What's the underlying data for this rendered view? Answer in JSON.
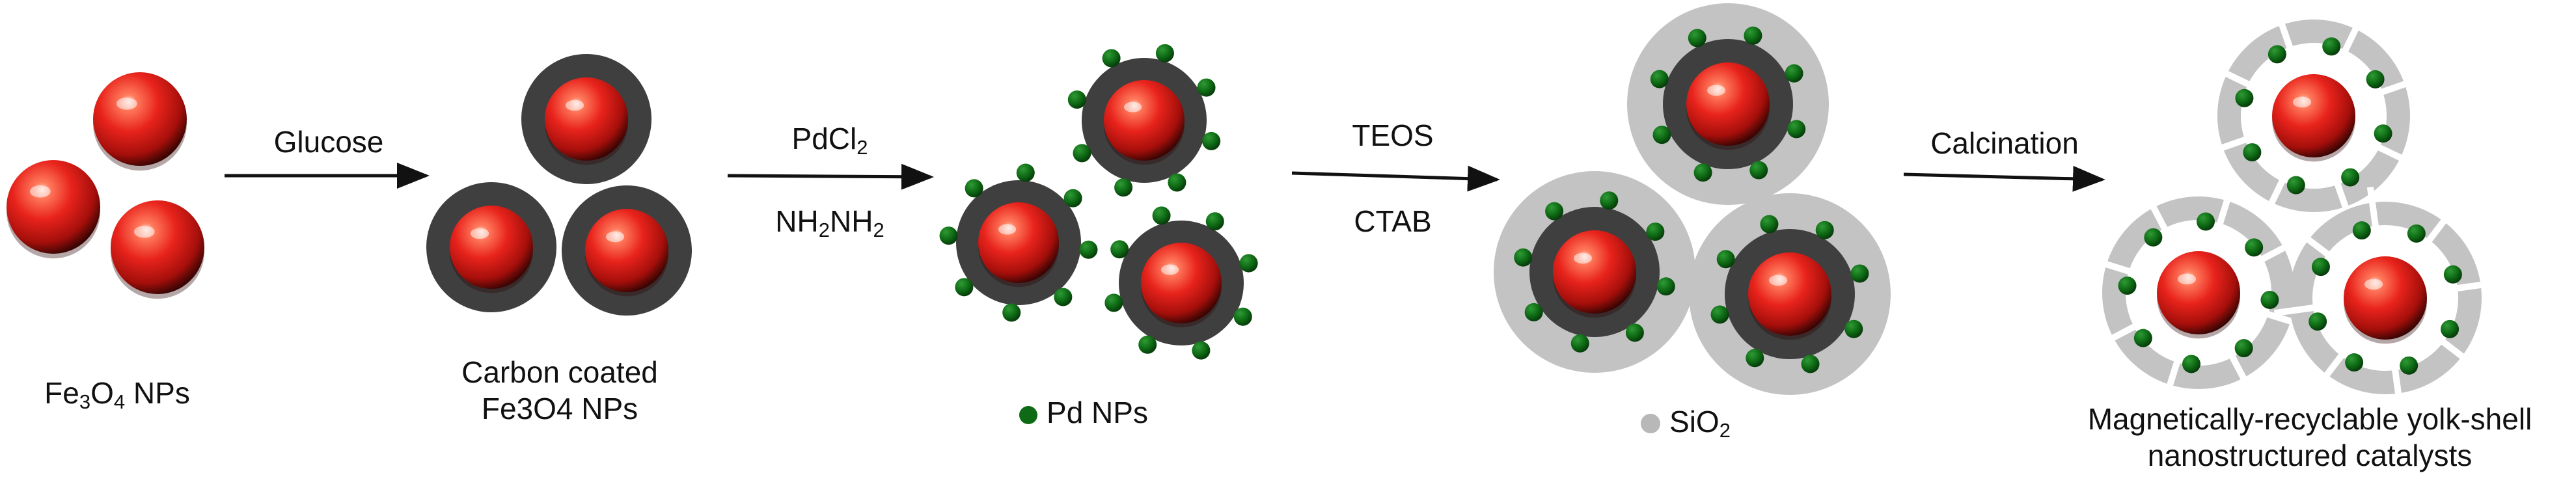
{
  "colors": {
    "core": "#e8231c",
    "carbon_shell": "#3f3f3f",
    "pd": "#0e6a14",
    "sio2": "#c3c3c3",
    "arrow": "#111111"
  },
  "stages": {
    "fe3o4": {
      "label_prefix": "Fe",
      "sub1": "3",
      "mid": "O",
      "sub2": "4",
      "suffix": " NPs"
    },
    "carbon": {
      "line1": "Carbon coated",
      "line2": "Fe3O4 NPs"
    },
    "pd": {
      "legend": "Pd NPs"
    },
    "sio2": {
      "legend_prefix": "SiO",
      "legend_sub": "2"
    },
    "final": {
      "line1": "Magnetically-recyclable yolk-shell",
      "line2": "nanostructured catalysts"
    }
  },
  "arrows": {
    "a1": {
      "top": "Glucose"
    },
    "a2": {
      "top_prefix": "PdCl",
      "top_sub": "2",
      "bottom_a": "NH",
      "bottom_sub1": "2",
      "bottom_b": "NH",
      "bottom_sub2": "2"
    },
    "a3": {
      "top": "TEOS",
      "bottom": "CTAB"
    },
    "a4": {
      "top": "Calcination"
    }
  }
}
